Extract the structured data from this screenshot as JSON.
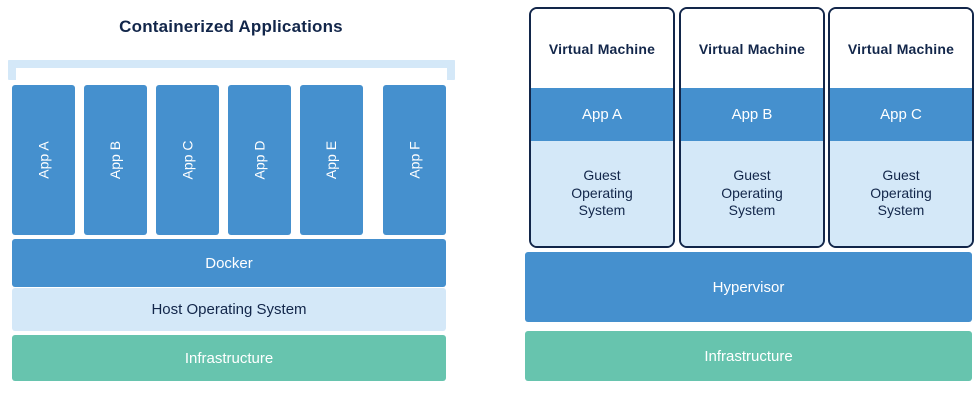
{
  "colors": {
    "blue": "#4590ce",
    "light_blue": "#d4e8f8",
    "green": "#67c4ae",
    "navy": "#12264a",
    "white": "#ffffff"
  },
  "left_panel": {
    "title": "Containerized Applications",
    "bracket": "containers-bracket",
    "apps": [
      {
        "label": "App A"
      },
      {
        "label": "App B"
      },
      {
        "label": "App C"
      },
      {
        "label": "App D"
      },
      {
        "label": "App E"
      },
      {
        "label": "App F"
      }
    ],
    "layers": [
      {
        "label": "Docker",
        "style": "blue"
      },
      {
        "label": "Host Operating System",
        "style": "light"
      },
      {
        "label": "Infrastructure",
        "style": "green"
      }
    ]
  },
  "right_panel": {
    "vms": [
      {
        "title": "Virtual Machine",
        "app": "App A",
        "guest_os": "Guest\nOperating\nSystem"
      },
      {
        "title": "Virtual Machine",
        "app": "App B",
        "guest_os": "Guest\nOperating\nSystem"
      },
      {
        "title": "Virtual Machine",
        "app": "App C",
        "guest_os": "Guest\nOperating\nSystem"
      }
    ],
    "layers": [
      {
        "label": "Hypervisor",
        "style": "blue"
      },
      {
        "label": "Infrastructure",
        "style": "green"
      }
    ]
  }
}
